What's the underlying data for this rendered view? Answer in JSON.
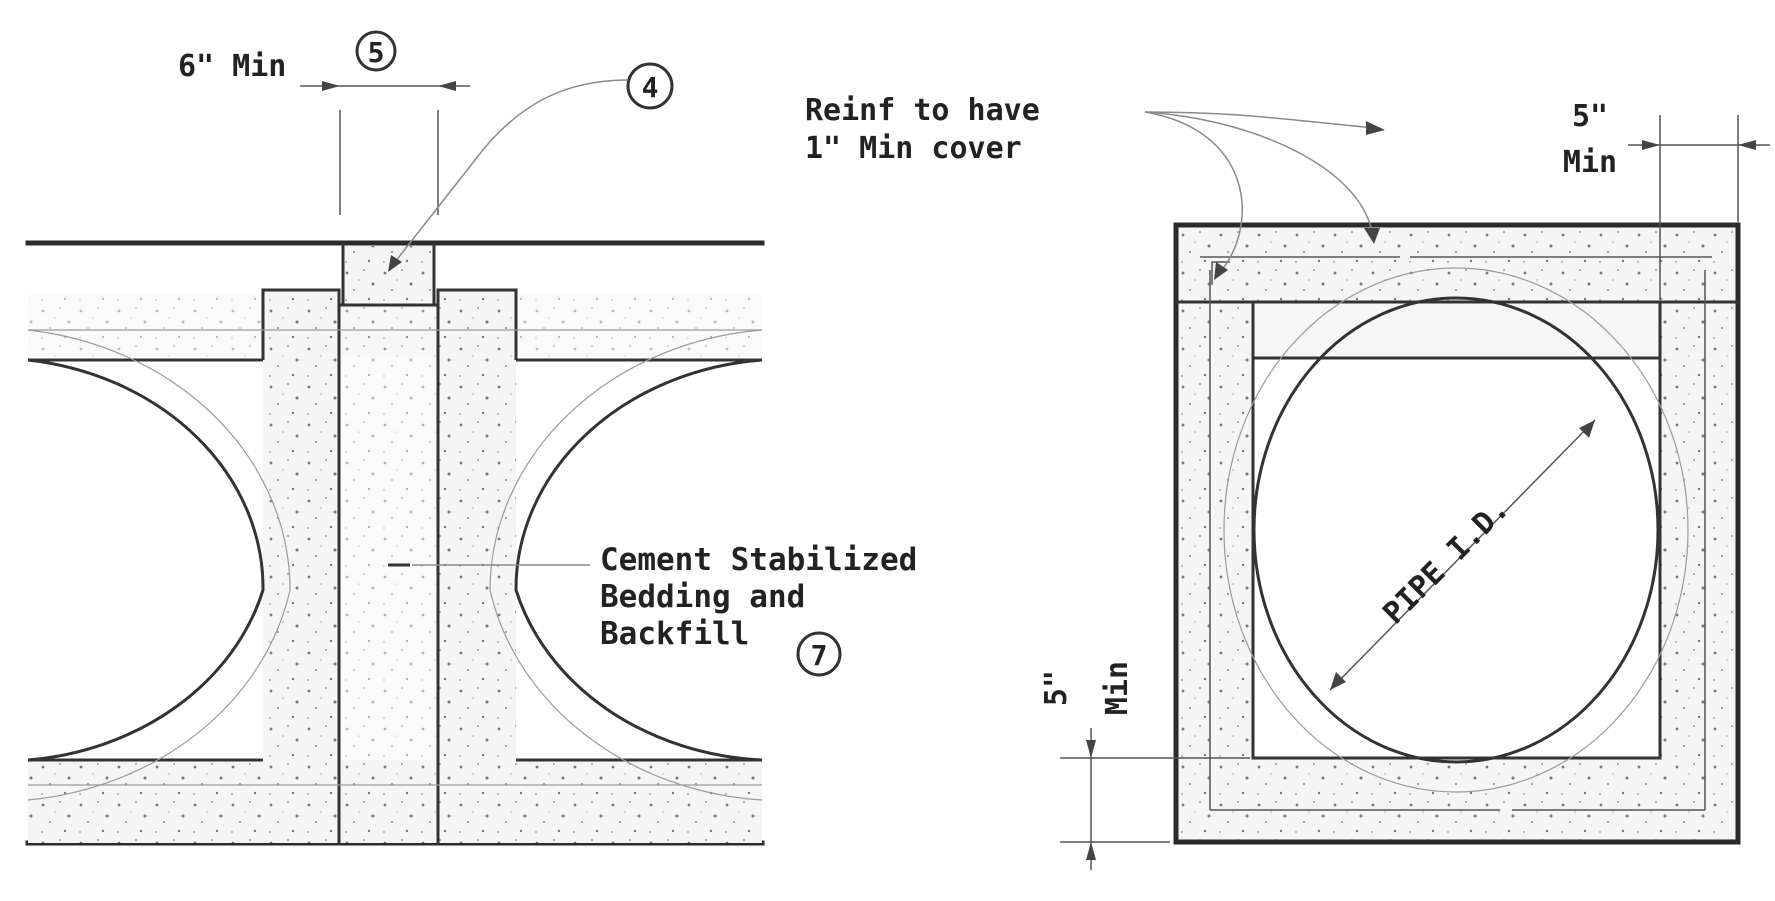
{
  "labels": {
    "six_min": "6\" Min",
    "balloon_5": "5",
    "balloon_4": "4",
    "reinf_line1": "Reinf to have",
    "reinf_line2": "1\" Min cover",
    "five_top_num": "5\"",
    "five_top_min": "Min",
    "cement_line1": "Cement Stabilized",
    "cement_line2": "Bedding and",
    "cement_line3": "Backfill",
    "balloon_7": "7",
    "pipe_id": "PIPE I.D.",
    "five_side_num": "5\"",
    "five_side_min": "Min"
  },
  "colors": {
    "ink": "#2b2b2b",
    "concrete_fill": "#f3f3f3",
    "stipple": "#777777"
  }
}
